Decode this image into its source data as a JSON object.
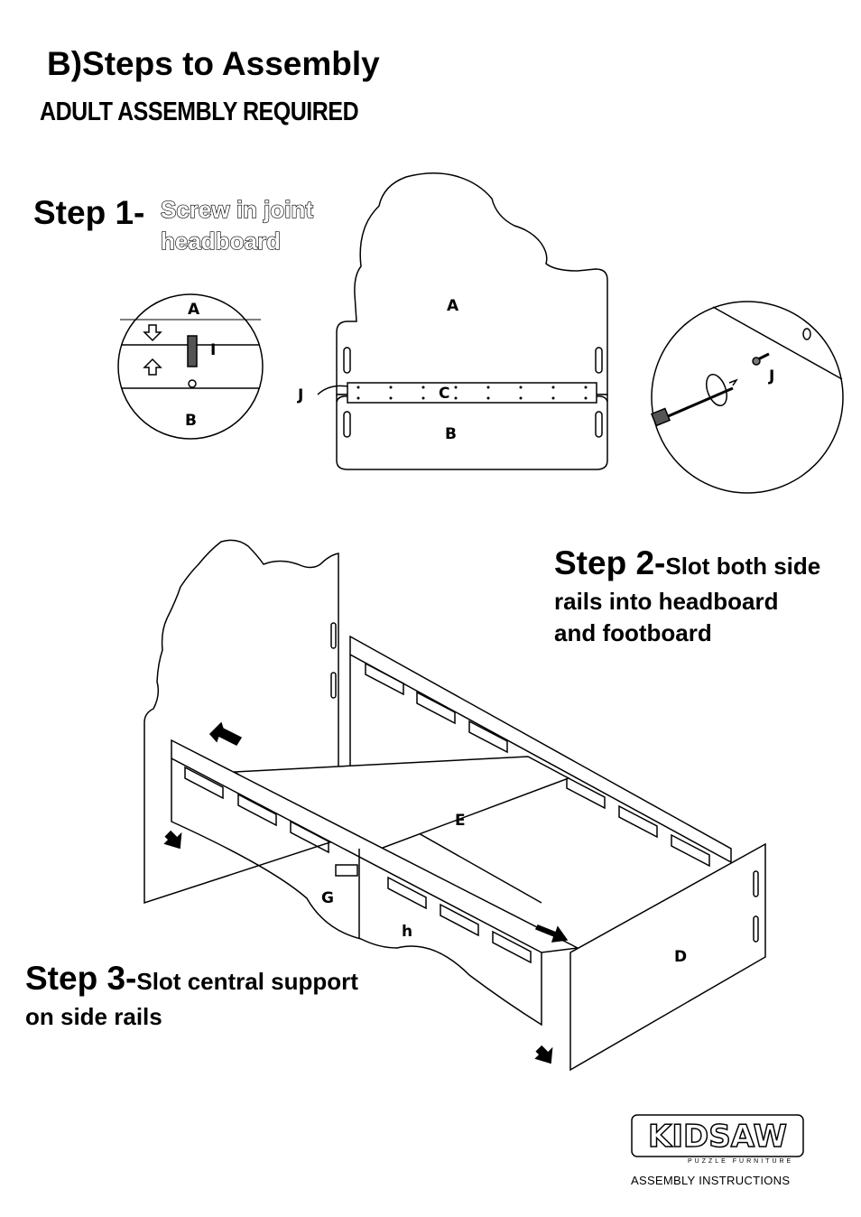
{
  "header": {
    "title": "B)Steps to Assembly",
    "subtitle": "ADULT ASSEMBLY REQUIRED"
  },
  "step1": {
    "heading": "Step 1-",
    "desc_line1": "Screw in joint",
    "desc_line2": "headboard"
  },
  "step2": {
    "heading": "Step 2-",
    "desc_line1": "Slot both side",
    "desc_line2": "rails into headboard",
    "desc_line3": "and footboard"
  },
  "step3": {
    "heading": "Step 3-",
    "desc_line1": "Slot central support",
    "desc_line2": "on side rails"
  },
  "diagram_labels": {
    "A": "A",
    "B": "B",
    "C": "C",
    "D": "D",
    "E": "E",
    "G": "G",
    "h": "h",
    "I": "I",
    "J": "J"
  },
  "footer": {
    "logo_text": "KIDSAW",
    "logo_subtext": "PUZZLE FURNITURE",
    "caption": "ASSEMBLY INSTRUCTIONS"
  }
}
